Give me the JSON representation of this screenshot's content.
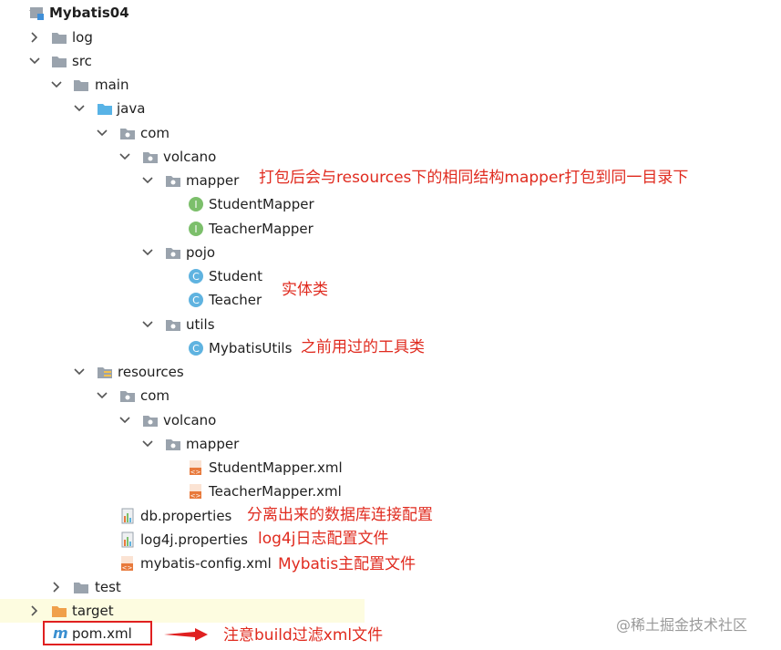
{
  "tree": {
    "project": "Mybatis04",
    "log": "log",
    "src": "src",
    "main": "main",
    "java": "java",
    "com": "com",
    "volcano": "volcano",
    "mapper": "mapper",
    "student_mapper": "StudentMapper",
    "teacher_mapper": "TeacherMapper",
    "pojo": "pojo",
    "student": "Student",
    "teacher": "Teacher",
    "utils": "utils",
    "mybatis_utils": "MybatisUtils",
    "resources": "resources",
    "res_com": "com",
    "res_volcano": "volcano",
    "res_mapper": "mapper",
    "student_mapper_xml": "StudentMapper.xml",
    "teacher_mapper_xml": "TeacherMapper.xml",
    "db_properties": "db.properties",
    "log4j_properties": "log4j.properties",
    "mybatis_config": "mybatis-config.xml",
    "test": "test",
    "target": "target",
    "pom": "pom.xml"
  },
  "annotations": {
    "mapper_note": "打包后会与resources下的相同结构mapper打包到同一目录下",
    "pojo_note": "实体类",
    "utils_note": "之前用过的工具类",
    "db_note": "分离出来的数据库连接配置",
    "log4j_note": "log4j日志配置文件",
    "config_note": "Mybatis主配置文件",
    "pom_note": "注意build过滤xml文件"
  },
  "icons": {
    "pom_icon_letter": "m"
  },
  "watermark": "@稀土掘金技术社区",
  "colors": {
    "annotation": "#e02b1f",
    "folder_gray": "#9aa3ad",
    "folder_blue": "#58b3e6",
    "folder_orange": "#f0a04b",
    "interface_green": "#7cbf6b",
    "class_blue": "#5fb3e0",
    "xml_orange": "#e8793b",
    "highlight": "#fdfce0"
  }
}
